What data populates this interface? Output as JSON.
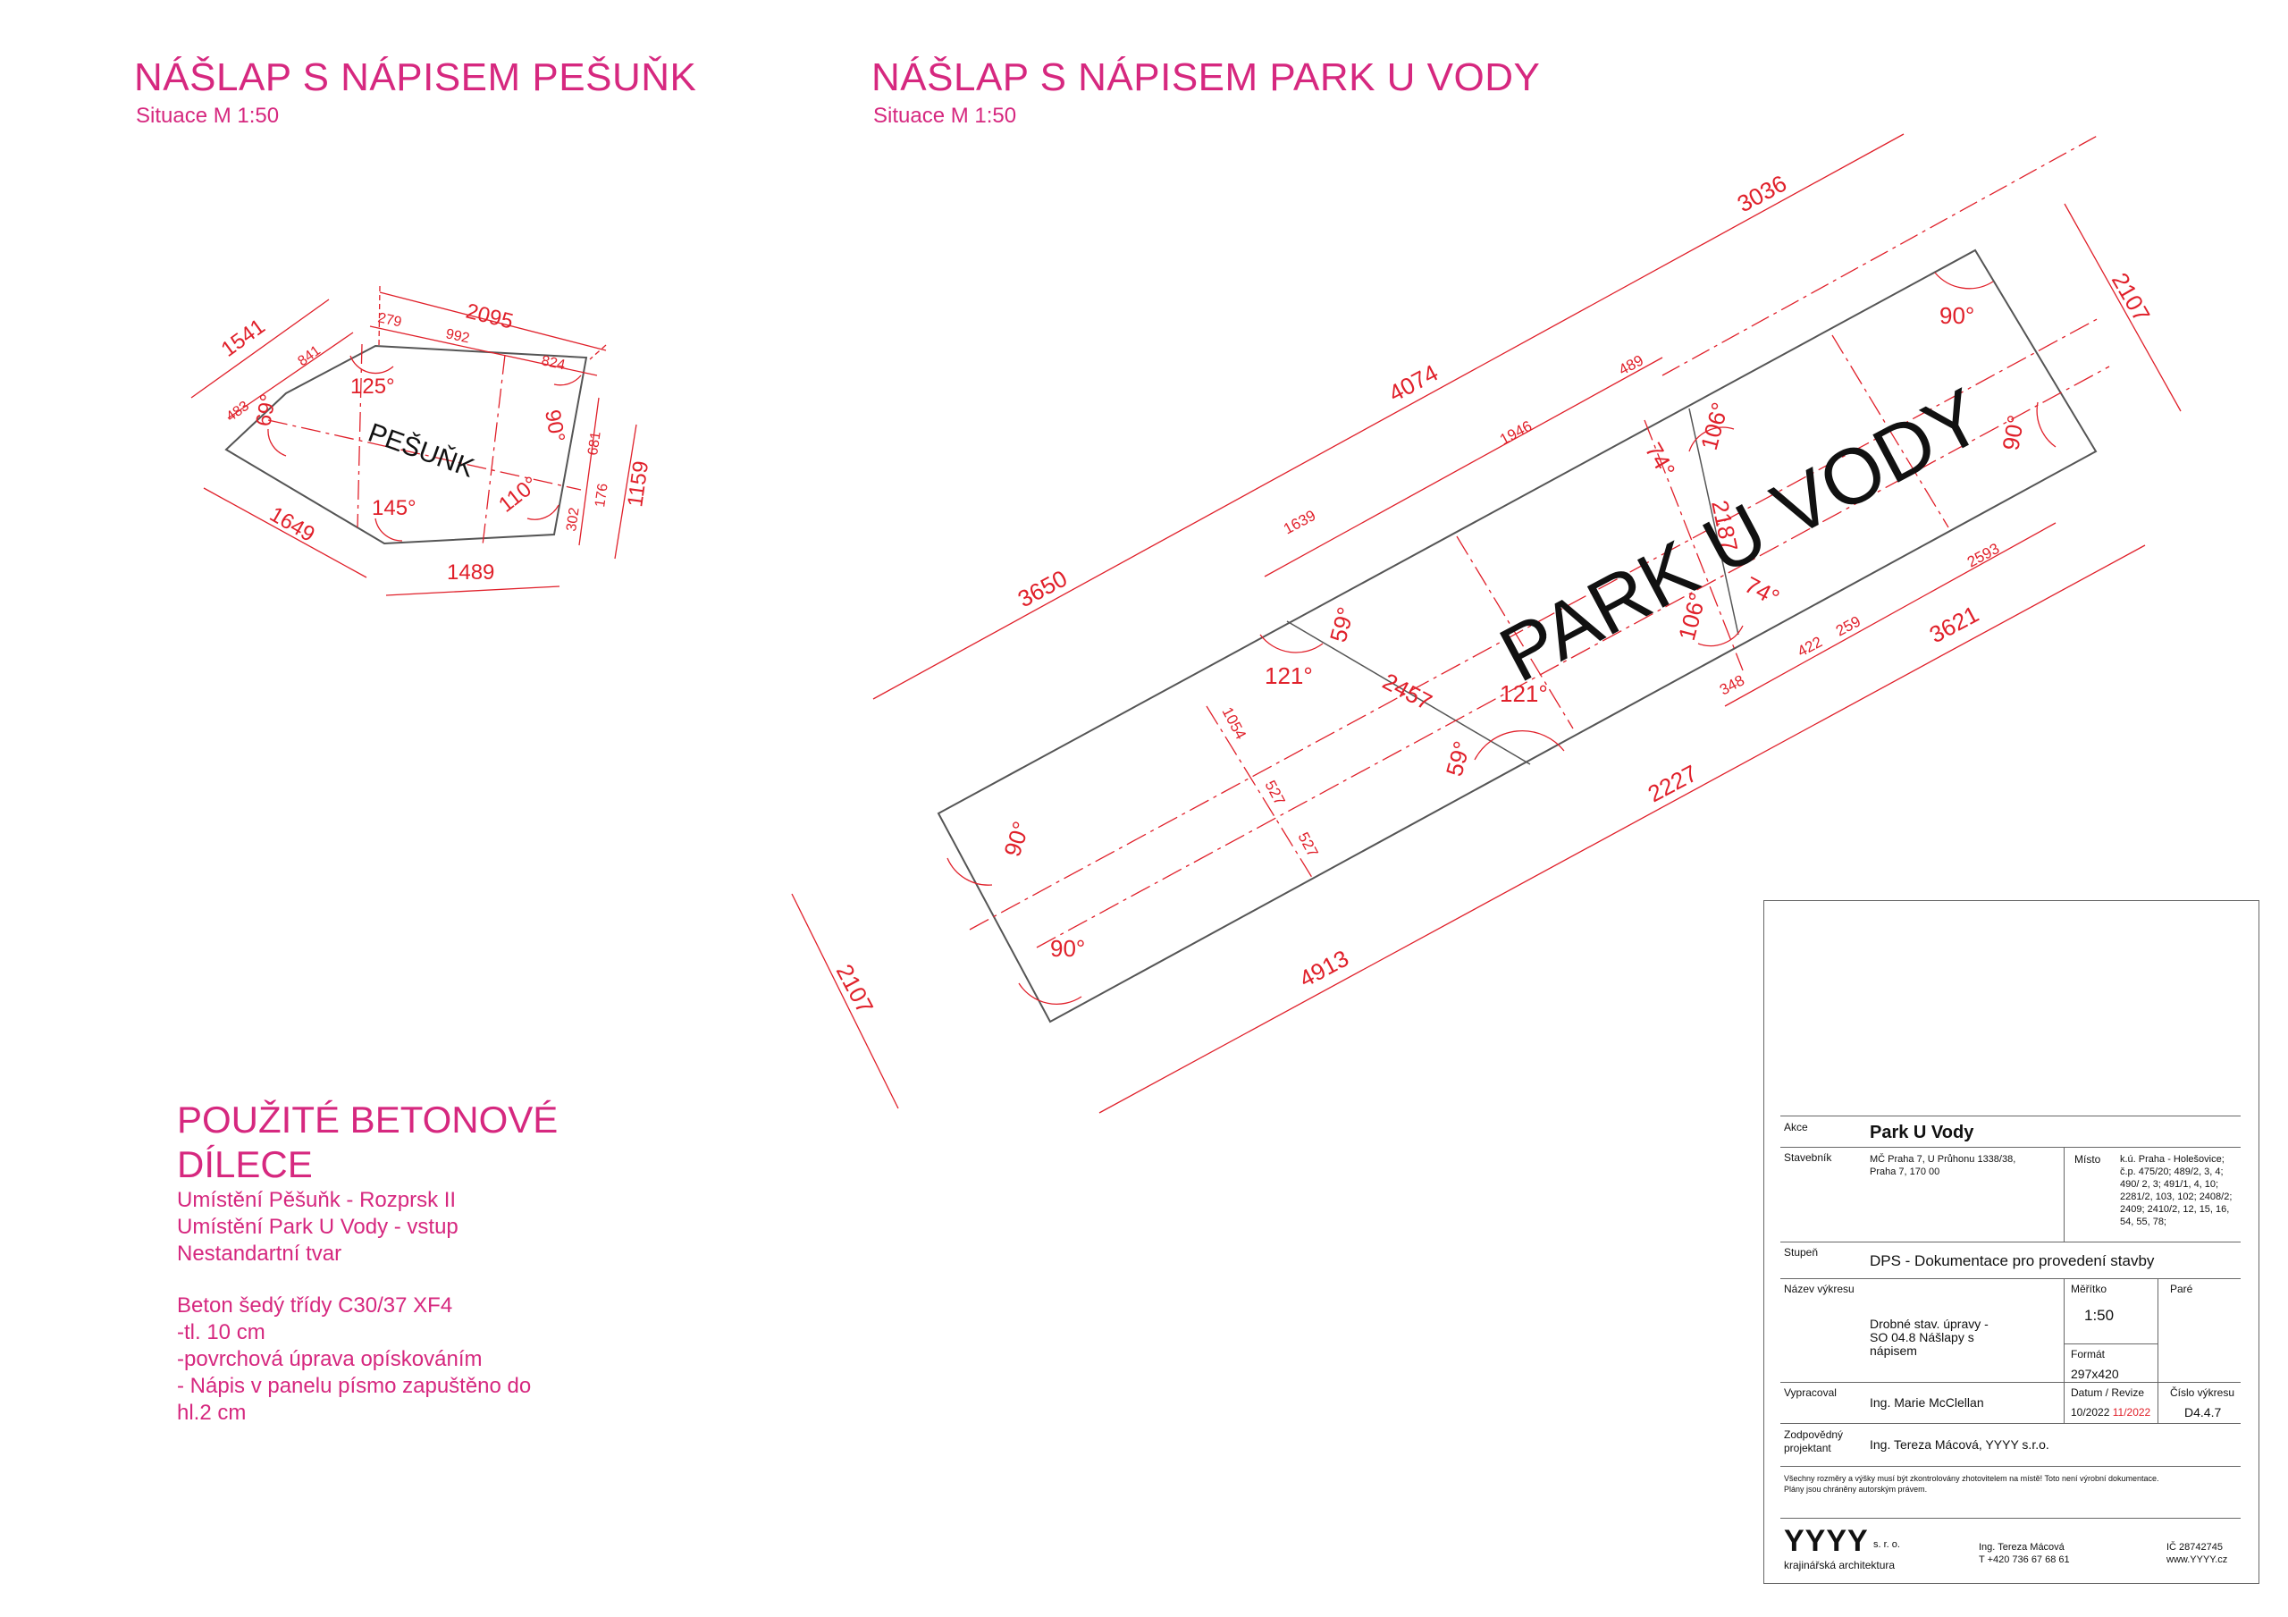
{
  "titles": {
    "left_title": "NÁŠLAP S NÁPISEM PEŠUŇK",
    "left_subtitle": "Situace M 1:50",
    "right_title": "NÁŠLAP S NÁPISEM PARK U VODY",
    "right_subtitle": "Situace M 1:50"
  },
  "colors": {
    "accent": "#d6287f",
    "dimension": "#e0202a",
    "outline": "#555555"
  },
  "pesunk": {
    "inscription": "PEŠUŇK",
    "dims": {
      "d2095": "2095",
      "d1541": "1541",
      "d279": "279",
      "d992": "992",
      "d824": "824",
      "d841": "841",
      "d483": "483",
      "d681": "681",
      "d176": "176",
      "d302": "302",
      "d1159": "1159",
      "d1649": "1649",
      "d1489": "1489"
    },
    "angles": {
      "a125": "125°",
      "a69": "69°",
      "a90": "90°",
      "a145": "145°",
      "a110": "110°"
    }
  },
  "park": {
    "inscription": "PARK U VODY",
    "dims": {
      "d3036": "3036",
      "d2107_top": "2107",
      "d4074": "4074",
      "d3650": "3650",
      "d489": "489",
      "d1946": "1946",
      "d1639": "1639",
      "d2187": "2187",
      "d2593": "2593",
      "d3621": "3621",
      "d422": "422",
      "d259": "259",
      "d348": "348",
      "d2457": "2457",
      "d2227": "2227",
      "d1054": "1054",
      "d527a": "527",
      "d527b": "527",
      "d4913": "4913",
      "d2107_bottom": "2107"
    },
    "angles": {
      "a90_tr": "90°",
      "a90_r": "90°",
      "a74_top": "74°",
      "a106_top": "106°",
      "a106_bot": "106°",
      "a74_bot": "74°",
      "a59_top": "59°",
      "a121_l": "121°",
      "a121_r": "121°",
      "a59_bot": "59°",
      "a90_l": "90°",
      "a90_bl": "90°"
    }
  },
  "notes": {
    "heading_1": "POUŽITÉ BETONOVÉ",
    "heading_2": "DÍLECE",
    "lines": [
      "Umístění Pěšuňk - Rozprsk II",
      "Umístění Park U Vody - vstup",
      "Nestandartní tvar"
    ],
    "spec_lines": [
      "Beton šedý třídy C30/37 XF4",
      "-tl. 10 cm",
      "-povrchová úprava opískováním",
      "- Nápis v panelu písmo zapuštěno do",
      "hl.2 cm"
    ]
  },
  "title_block": {
    "akce_label": "Akce",
    "akce_value": "Park U Vody",
    "stavebnik_label": "Stavebník",
    "stavebnik_lines": [
      "MČ Praha 7, U Průhonu 1338/38,",
      "Praha 7, 170 00"
    ],
    "misto_label": "Místo",
    "misto_lines": [
      "k.ú. Praha - Holešovice;",
      "č.p. 475/20; 489/2, 3, 4;",
      "490/ 2, 3; 491/1, 4, 10;",
      "2281/2, 103, 102; 2408/2;",
      "2409; 2410/2, 12, 15, 16,",
      "54, 55, 78;"
    ],
    "stupen_label": "Stupeň",
    "stupen_value": "DPS - Dokumentace pro provedení stavby",
    "nazev_label": "Název výkresu",
    "nazev_lines": [
      "Drobné stav. úpravy -",
      "SO 04.8 Nášlapy s",
      "nápisem"
    ],
    "meritko_label": "Měřítko",
    "meritko_value": "1:50",
    "pare_label": "Paré",
    "format_label": "Formát",
    "format_value": "297x420",
    "vypracoval_label": "Vypracoval",
    "vypracoval_value": "Ing. Marie McClellan",
    "datum_label": "Datum / Revize",
    "datum_value": "10/2022",
    "revize_value": "11/2022",
    "cislo_label": "Číslo výkresu",
    "cislo_value": "D4.4.7",
    "zodp_label_1": "Zodpovědný",
    "zodp_label_2": "projektant",
    "zodp_value": "Ing. Tereza Mácová, YYYY s.r.o.",
    "disclaimer_1": "Všechny rozměry a výšky musí být zkontrolovány zhotovitelem na místě! Toto není výrobní dokumentace.",
    "disclaimer_2": "Plány jsou chráněny autorským právem.",
    "logo": "YYYY",
    "logo_sro": "s. r. o.",
    "logo_sub": "krajinářská architektura",
    "contact_name": "Ing. Tereza Mácová",
    "contact_phone": "T +420 736 67 68 61",
    "ic": "IČ 28742745",
    "web": "www.YYYY.cz"
  }
}
